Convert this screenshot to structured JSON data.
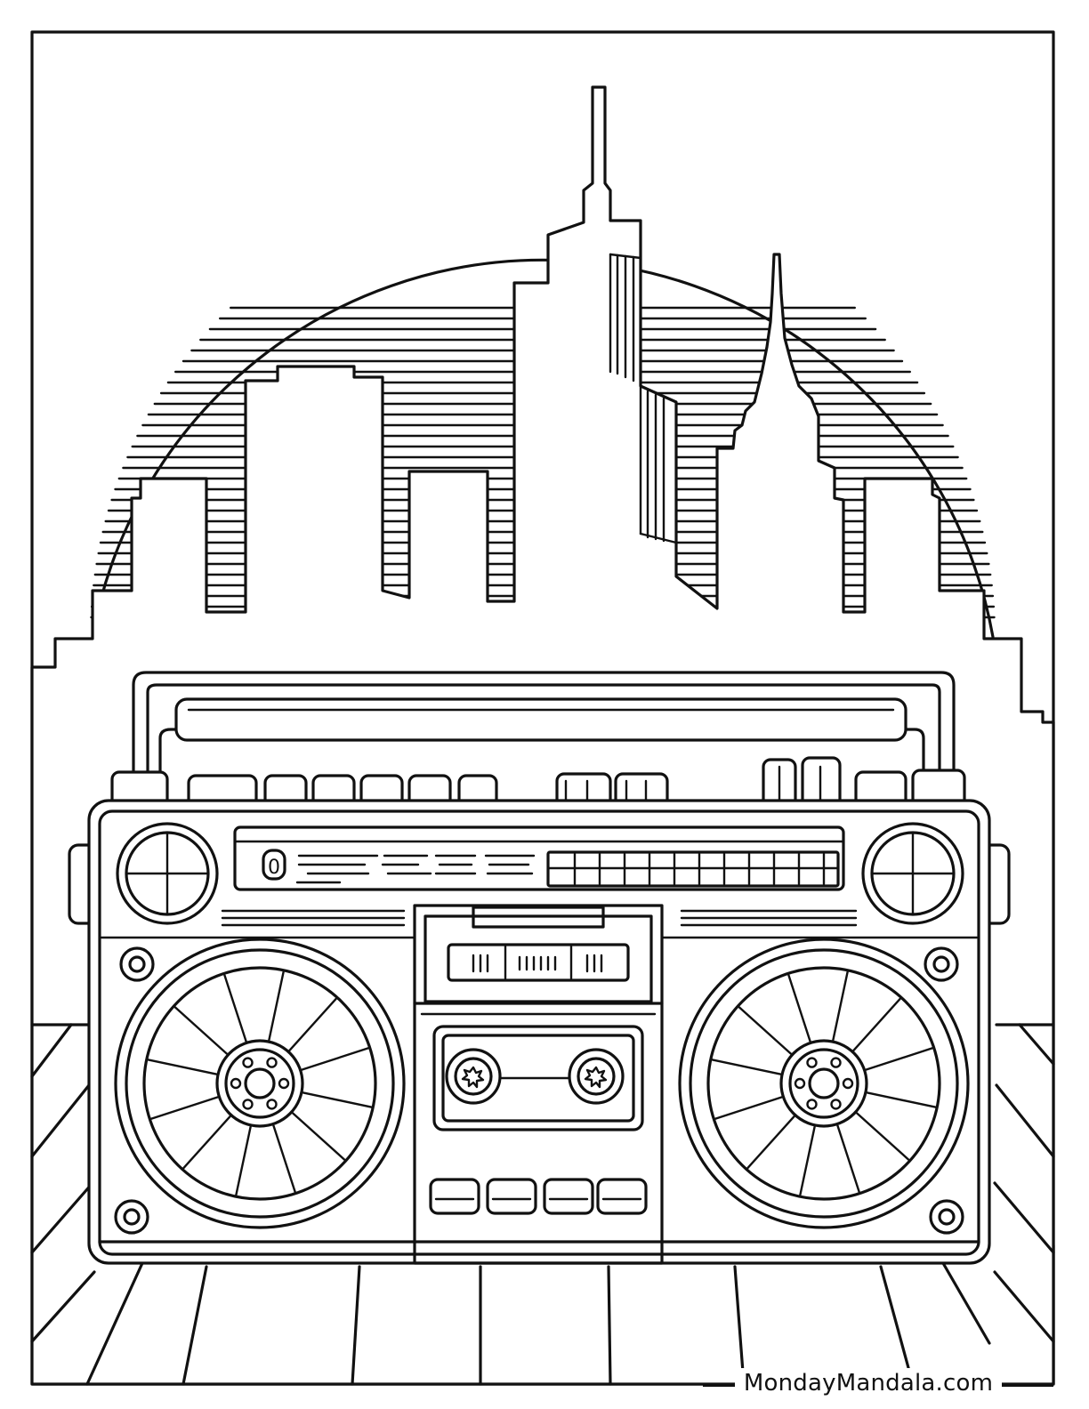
{
  "page": {
    "watermark": "MondayMandala.com"
  },
  "artwork": {
    "subject": "boombox-city-skyline-coloring-page",
    "line_color": "#111111",
    "background_color": "#ffffff",
    "display_digit": "0"
  }
}
